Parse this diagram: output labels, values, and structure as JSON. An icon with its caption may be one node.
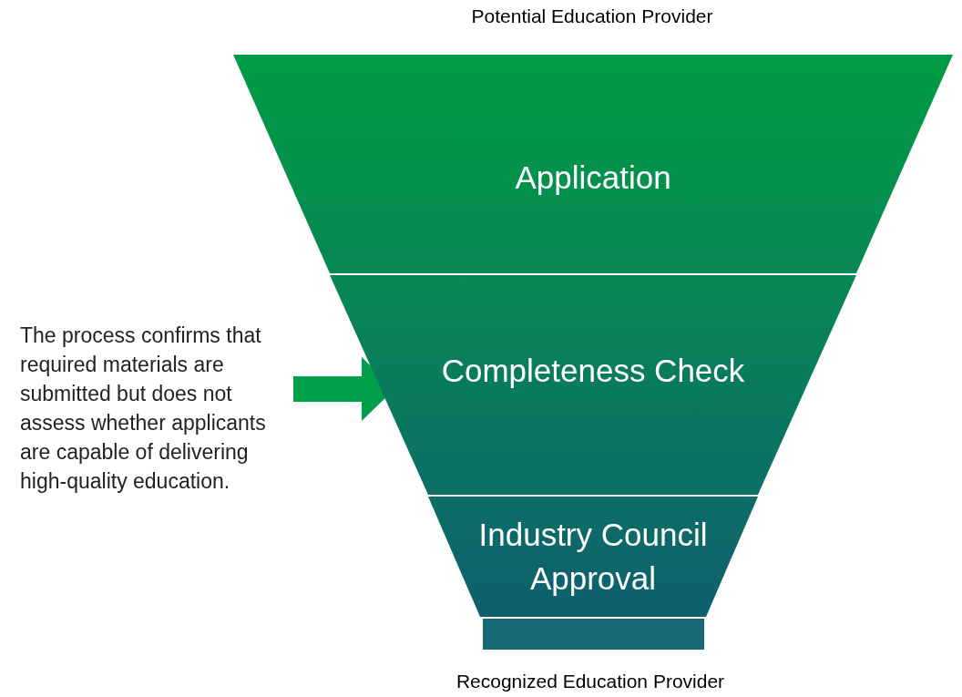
{
  "diagram": {
    "nodes": [
      {
        "text": [
          "Application"
        ]
      },
      {
        "text": [
          "Completeness Check"
        ]
      },
      {
        "text": [
          "Industry Council Approval"
        ]
      },
      {
        "text": [],
        "shape": "bar"
      },
      {
        "text": [
          "The process confirms that required materials are submitted but does not assess whether applicants are capable of delivering high-quality education."
        ]
      }
    ],
    "edges": [
      {
        "from": 4,
        "to": 1,
        "arrow": "to"
      }
    ],
    "labels": [
      "Potential Education Provider",
      "Recognized Education Provider"
    ]
  }
}
